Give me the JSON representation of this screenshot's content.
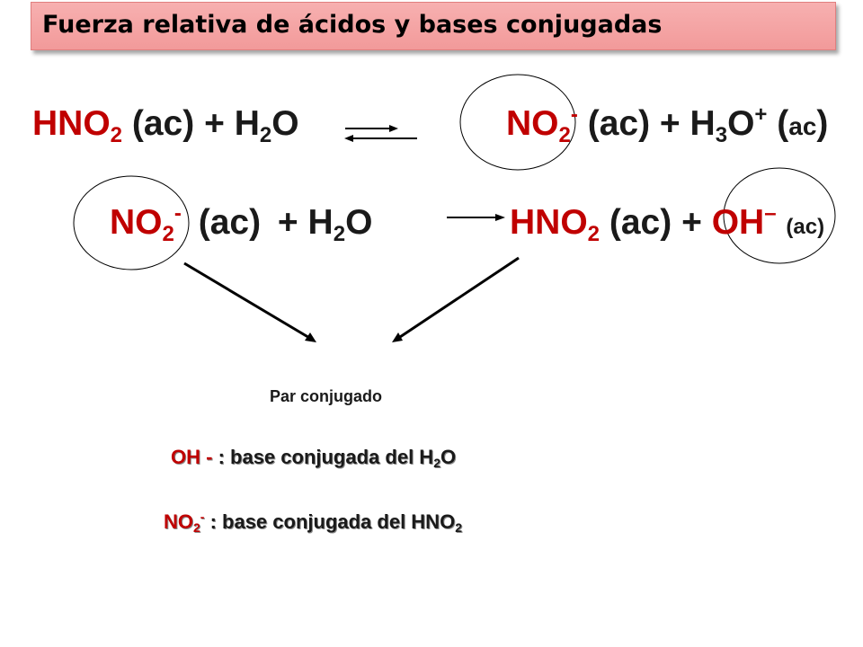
{
  "title": "Fuerza relativa de ácidos y bases conjugadas",
  "equation1": {
    "reactant1": "HNO",
    "reactant1_sub": "2",
    "reactant1_state": "(ac)",
    "plus1": "+",
    "reactant2": "H",
    "reactant2_sub": "2",
    "reactant2_tail": "O",
    "product1": "NO",
    "product1_sub": "2",
    "product1_sup": "-",
    "product1_state": "(ac)",
    "plus2": "+",
    "product2": "H",
    "product2_sub": "3",
    "product2_tail": "O",
    "product2_sup": "+",
    "product2_state_open": "(",
    "product2_state": "ac",
    "product2_state_close": ")"
  },
  "equation2": {
    "reactant1": "NO",
    "reactant1_sub": "2",
    "reactant1_sup": "-",
    "reactant1_state": "(ac)",
    "plus1": "+",
    "reactant2": "H",
    "reactant2_sub": "2",
    "reactant2_tail": "O",
    "product1": "HNO",
    "product1_sub": "2",
    "product1_state": "(ac)",
    "plus2": "+",
    "product2": "OH",
    "product2_sup": "–",
    "product2_state": "(ac)"
  },
  "par_conjugado": "Par conjugado",
  "definitions": [
    {
      "species": "OH -",
      "text": ": base conjugada del H",
      "sub": "2",
      "tail": "O"
    },
    {
      "species": "NO",
      "species_sub": "2",
      "species_sup": "-",
      "text": " : base conjugada del HNO",
      "sub": "2"
    }
  ],
  "colors": {
    "red": "#c00000",
    "title_bg": "#f4a3a3"
  }
}
